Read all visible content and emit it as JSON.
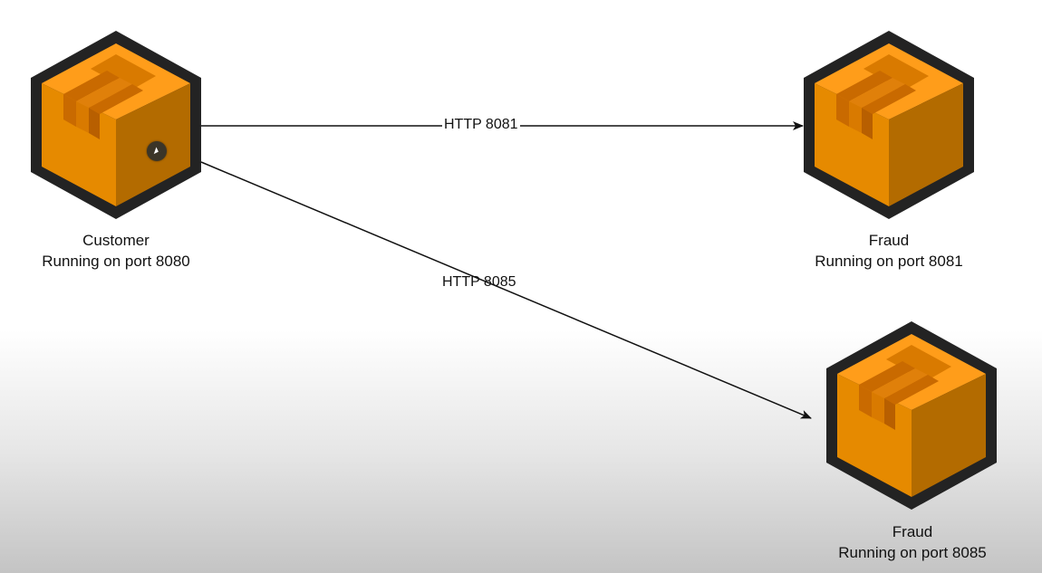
{
  "nodes": [
    {
      "id": "customer",
      "name": "Customer",
      "detail": "Running on port 8080",
      "icon": "package-box-icon"
    },
    {
      "id": "fraud-1",
      "name": "Fraud",
      "detail": "Running on port 8081",
      "icon": "package-box-icon"
    },
    {
      "id": "fraud-2",
      "name": "Fraud",
      "detail": "Running on port 8085",
      "icon": "package-box-icon"
    }
  ],
  "edges": [
    {
      "from": "customer",
      "to": "fraud-1",
      "label": "HTTP 8081"
    },
    {
      "from": "customer",
      "to": "fraud-2",
      "label": "HTTP 8085"
    }
  ],
  "colors": {
    "box_left": "#e68a00",
    "box_top": "#ff9d1a",
    "box_right": "#b36b00",
    "tape": "#c96a00",
    "outline": "#232323",
    "edge": "#111111"
  }
}
